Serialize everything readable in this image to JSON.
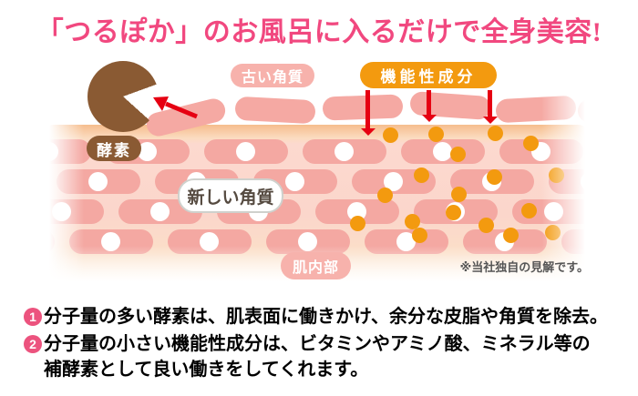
{
  "title": "「つるぽか」のお風呂に入るだけで全身美容!",
  "figure": {
    "labels": {
      "old_keratin": "古い角質",
      "functional_ingredients": "機能性成分",
      "enzyme": "酵素",
      "new_keratin": "新しい角質",
      "skin_interior": "肌内部",
      "disclaimer": "※当社独自の見解です。"
    },
    "colors": {
      "title_pink": "#f1487f",
      "enzyme_brown": "#8a5a33",
      "cell_pink": "#f4a8a2",
      "old_cell_pink": "#f5a9a3",
      "badge_pink": "#f7b2ac",
      "ingredient_orange": "#f39a0f",
      "arrow_red": "#e60012",
      "surface_peach": "#f6bd8d",
      "skin_background": "#fbd6cb",
      "point_circle_pink": "#ec537e"
    }
  },
  "points": [
    {
      "number": "1",
      "text": "分子量の多い酵素は、肌表面に働きかけ、余分な皮脂や角質を除去。"
    },
    {
      "number": "2",
      "text_line1": "分子量の小さい機能性成分は、ビタミンやアミノ酸、ミネラル等の",
      "text_line2": "補酵素として良い働きをしてくれます。"
    }
  ]
}
